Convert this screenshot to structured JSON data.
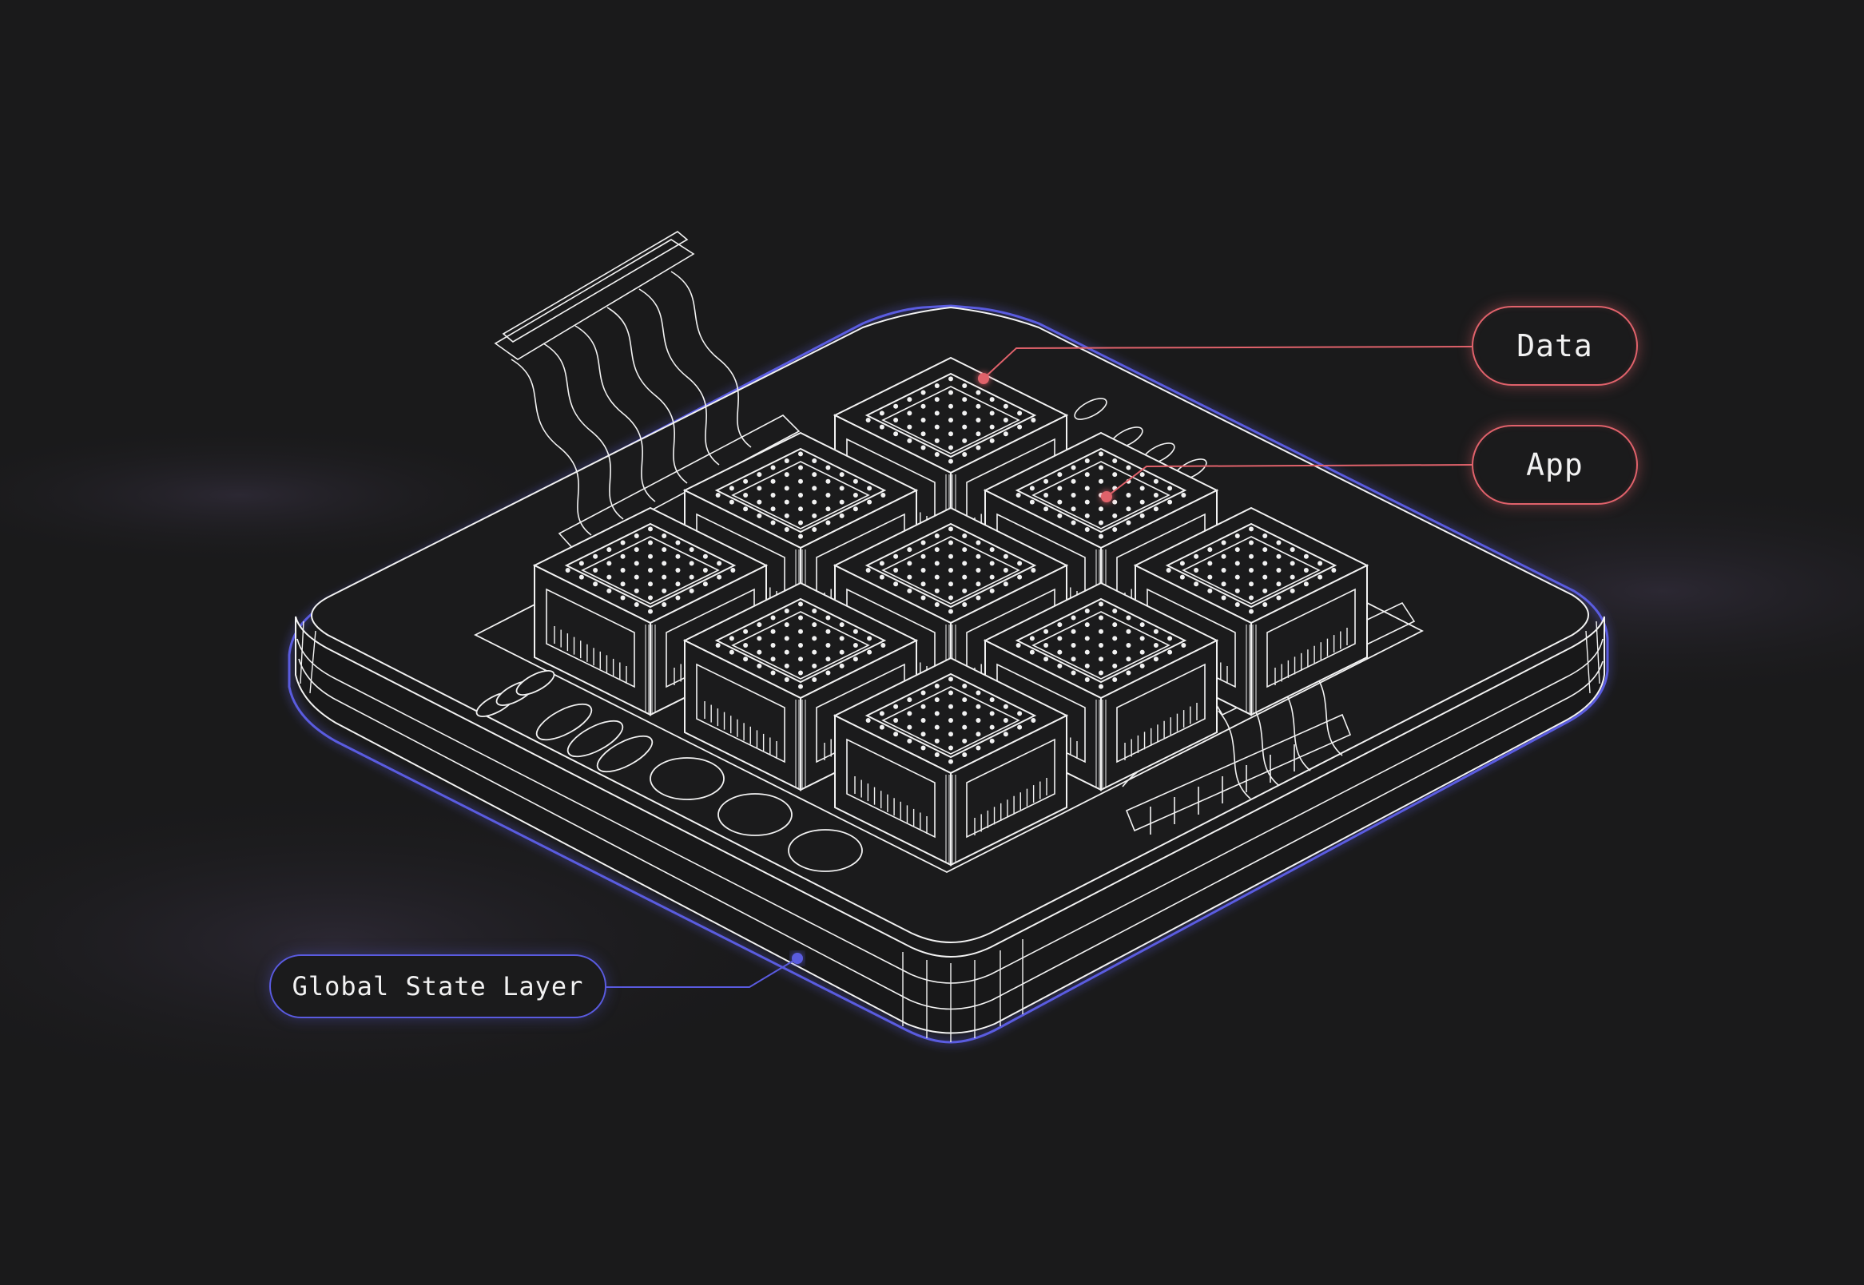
{
  "labels": {
    "data": "Data",
    "app": "App",
    "global_state": "Global State Layer"
  },
  "colors": {
    "background": "#1a1a1b",
    "line": "#f2f2f2",
    "accent_red": "#e0626b",
    "accent_blue": "#5a5be0"
  },
  "icons": [
    "data-pointer-dot",
    "app-pointer-dot",
    "global-state-pointer-dot"
  ]
}
